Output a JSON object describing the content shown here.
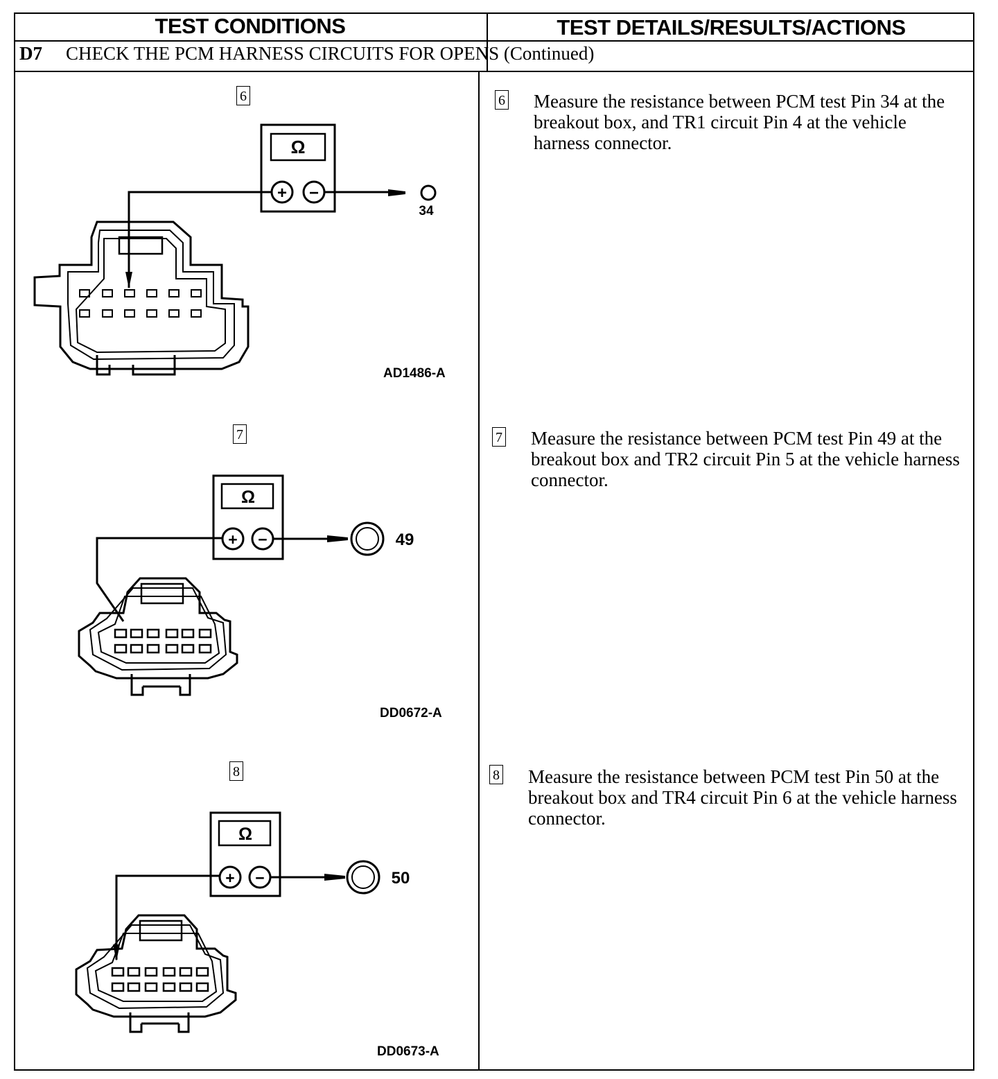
{
  "header": {
    "left_title": "TEST CONDITIONS",
    "right_title": "TEST DETAILS/RESULTS/ACTIONS"
  },
  "step": {
    "code": "D7",
    "title": "CHECK THE PCM HARNESS CIRCUITS FOR OPENS (Continued)"
  },
  "substeps": [
    {
      "number": "6",
      "meter_symbol": "Ω",
      "plus": "+",
      "minus": "−",
      "pin_label": "34",
      "figure_id": "AD1486-A",
      "instruction": "Measure the resistance between PCM test Pin 34 at the breakout box, and TR1 circuit Pin 4 at the vehicle harness connector."
    },
    {
      "number": "7",
      "meter_symbol": "Ω",
      "plus": "+",
      "minus": "−",
      "pin_label": "49",
      "figure_id": "DD0672-A",
      "instruction": "Measure the resistance between PCM test Pin 49 at the breakout box and TR2 circuit Pin 5 at the vehicle harness connector."
    },
    {
      "number": "8",
      "meter_symbol": "Ω",
      "plus": "+",
      "minus": "−",
      "pin_label": "50",
      "figure_id": "DD0673-A",
      "instruction": "Measure the resistance between PCM test Pin 50 at the breakout box and TR4 circuit Pin 6 at the vehicle harness connector."
    }
  ]
}
